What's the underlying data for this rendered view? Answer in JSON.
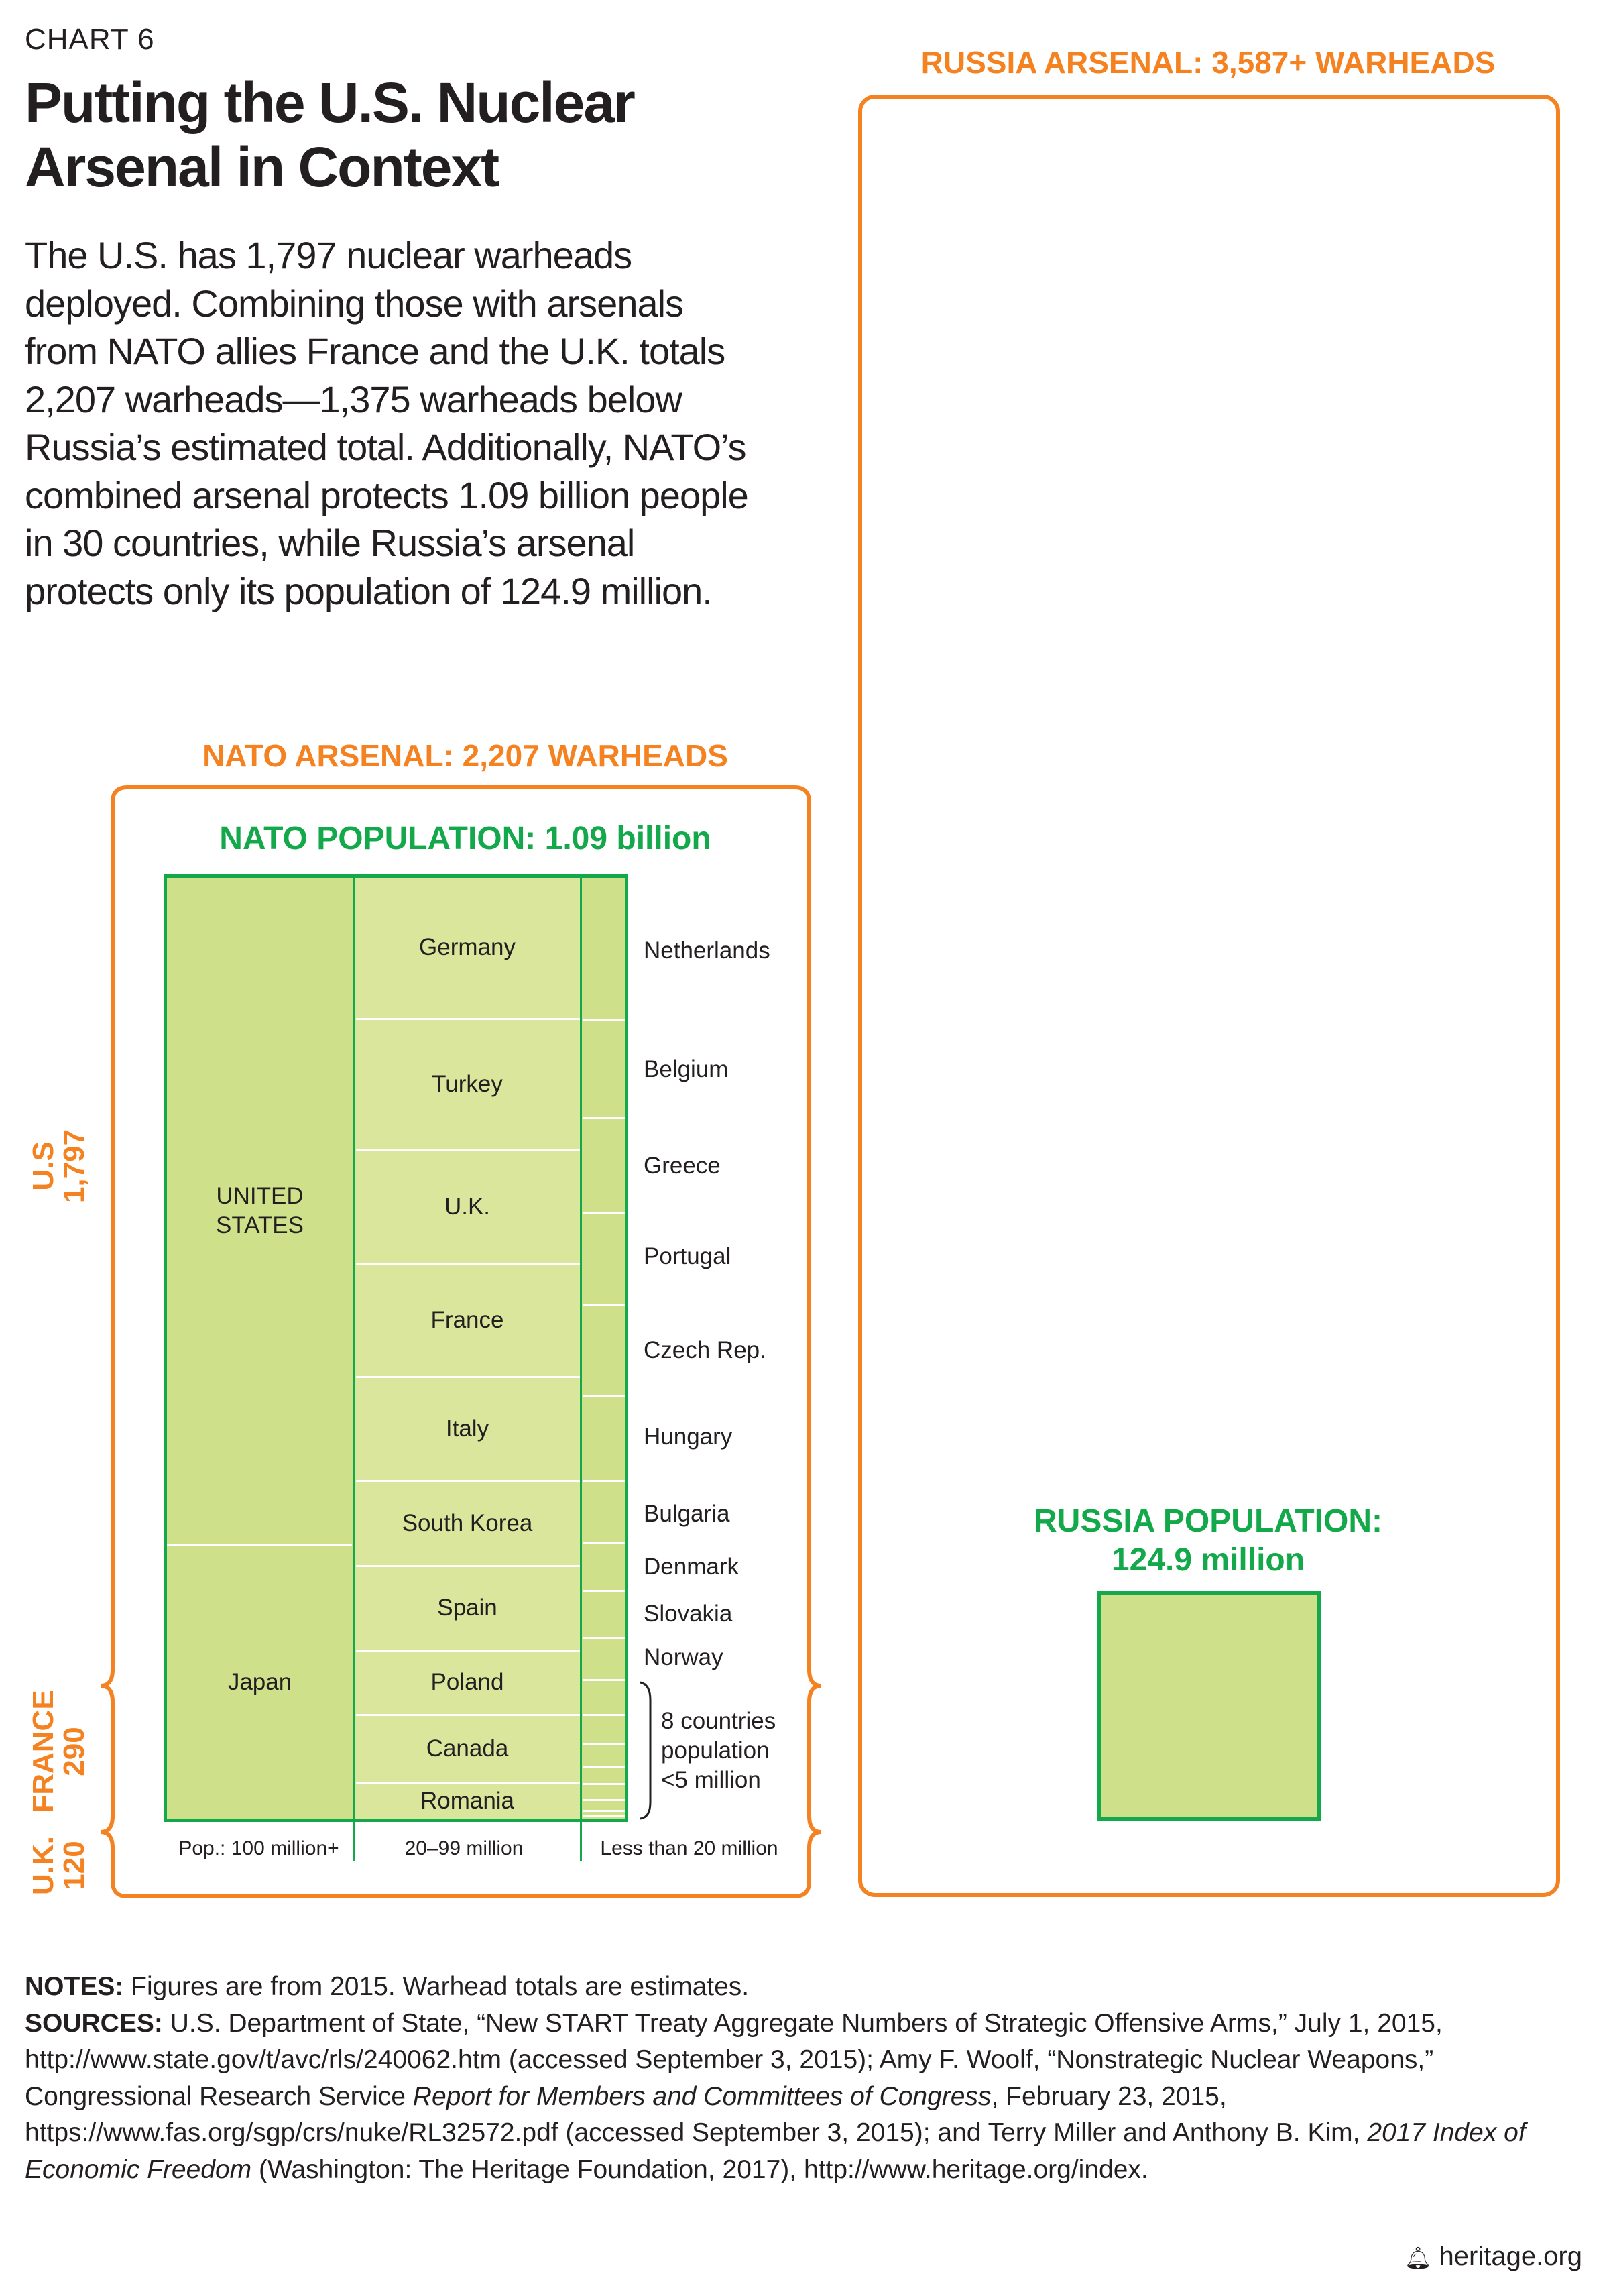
{
  "header": {
    "chart_label": "CHART 6",
    "title_line1": "Putting the U.S. Nuclear",
    "title_line2": "Arsenal in Context",
    "intro": "The U.S. has 1,797 nuclear warheads\ndeployed. Combining those with arsenals\nfrom NATO allies France and the U.K. totals\n2,207 warheads—1,375 warheads below\nRussia’s estimated total. Additionally, NATO’s\ncombined arsenal protects 1.09 billion people\nin 30 countries, while Russia’s arsenal\nprotects only its population of 124.9 million."
  },
  "colors": {
    "orange": "#F58220",
    "green": "#13A84A",
    "fill_large": "#CFE08A",
    "fill_mid": "#D9E69B"
  },
  "chart_data": {
    "type": "area",
    "nato": {
      "arsenal_label": "NATO ARSENAL: 2,207 WARHEADS",
      "population_label": "NATO POPULATION: 1.09 billion",
      "warheads": [
        {
          "name": "U.S",
          "value": 1797,
          "label_value": "1,797"
        },
        {
          "name": "FRANCE",
          "value": 290,
          "label_value": "290"
        },
        {
          "name": "U.K.",
          "value": 120,
          "label_value": "120"
        }
      ],
      "columns": [
        {
          "label": "Pop.: 100 million+",
          "countries": [
            "UNITED STATES",
            "Japan"
          ]
        },
        {
          "label": "20–99 million",
          "countries": [
            "Germany",
            "Turkey",
            "U.K.",
            "France",
            "Italy",
            "South Korea",
            "Spain",
            "Poland",
            "Canada",
            "Romania"
          ]
        },
        {
          "label": "Less than 20 million",
          "countries": [
            "Netherlands",
            "Belgium",
            "Greece",
            "Portugal",
            "Czech Rep.",
            "Hungary",
            "Bulgaria",
            "Denmark",
            "Slovakia",
            "Norway"
          ],
          "small_group_count": 8,
          "small_group_label": "8 countries\npopulation\n<5 million"
        }
      ]
    },
    "russia": {
      "arsenal_label": "RUSSIA ARSENAL: 3,587+ WARHEADS",
      "warheads": 3587,
      "population_label_line1": "RUSSIA POPULATION:",
      "population_label_line2": "124.9 million",
      "population_millions": 124.9
    }
  },
  "notes": {
    "notes_label": "NOTES:",
    "notes_text": " Figures are from 2015. Warhead totals are estimates.",
    "sources_label": "SOURCES:",
    "sources_part1": " U.S. Department of State, “New START Treaty Aggregate Numbers of Strategic Offensive Arms,” July 1, 2015, http://www.state.gov/t/avc/rls/240062.htm (accessed September 3, 2015); Amy F. Woolf, “Nonstrategic Nuclear Weapons,” Congressional Research Service ",
    "sources_italic1": "Report for Members and Committees of Congress",
    "sources_part2": ", February 23, 2015, https://www.fas.org/sgp/crs/nuke/RL32572.pdf (accessed September 3, 2015); and Terry Miller and Anthony B. Kim, ",
    "sources_italic2": "2017 Index of Economic Freedom",
    "sources_part3": " (Washington: The Heritage Foundation, 2017), http://www.heritage.org/index."
  },
  "footer": {
    "brand": "heritage.org",
    "brand_icon": "bell-icon"
  }
}
